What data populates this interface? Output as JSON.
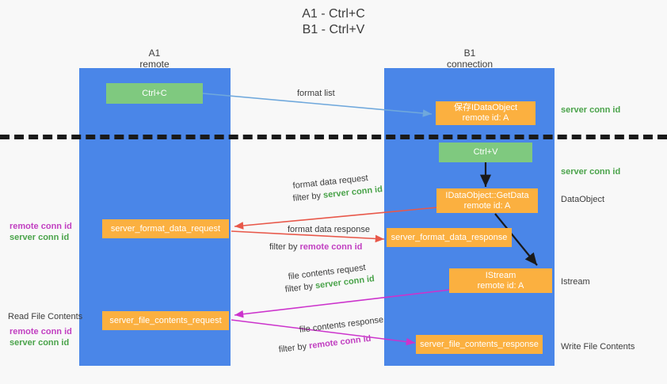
{
  "title": {
    "line1": "A1 - Ctrl+C",
    "line2": "B1 - Ctrl+V"
  },
  "columns": [
    {
      "name": "A1",
      "sub": "remote"
    },
    {
      "name": "B1",
      "sub": "connection"
    }
  ],
  "nodes": {
    "ctrl_c": "Ctrl+C",
    "ctrl_v": "Ctrl+V",
    "save_idataobject_l1": "保存IDataObject",
    "save_idataobject_l2": "remote id: A",
    "getdata_l1": "IDataObject::GetData",
    "getdata_l2": "remote id: A",
    "istream_l1": "IStream",
    "istream_l2": "remote id: A",
    "server_format_data_request": "server_format_data_request",
    "server_format_data_response": "server_format_data_response",
    "server_file_contents_request": "server_file_contents_request",
    "server_file_contents_response": "server_file_contents_response"
  },
  "edges": {
    "format_list": "format list",
    "format_data_request": "format data request",
    "format_data_response": "format data response",
    "file_contents_request": "file contents request",
    "file_contents_response": "file contents response",
    "filter_by": "filter by",
    "server_conn_id": "server conn id",
    "remote_conn_id": "remote conn id"
  },
  "annotations": {
    "server_conn_id_1": "server conn id",
    "server_conn_id_2": "server conn id",
    "dataobject": "DataObject",
    "istream": "Istream",
    "write_file_contents": "Write File Contents",
    "read_file_contents": "Read File Contents",
    "remote_conn_id_left_1": "remote conn id",
    "server_conn_id_left_1": "server conn id",
    "remote_conn_id_left_2": "remote conn id",
    "server_conn_id_left_2": "server conn id"
  },
  "colors": {
    "panel": "#4a86e8",
    "green_box": "#7fc97f",
    "orange_box": "#fbb040",
    "green_text": "#4aa34a",
    "purple_text": "#c13fc1",
    "red_arrow": "#e8584a",
    "magenta_arrow": "#cc33cc",
    "blue_arrow": "#6fa8dc",
    "black_arrow": "#1a1a1a",
    "background": "#f8f8f8"
  }
}
